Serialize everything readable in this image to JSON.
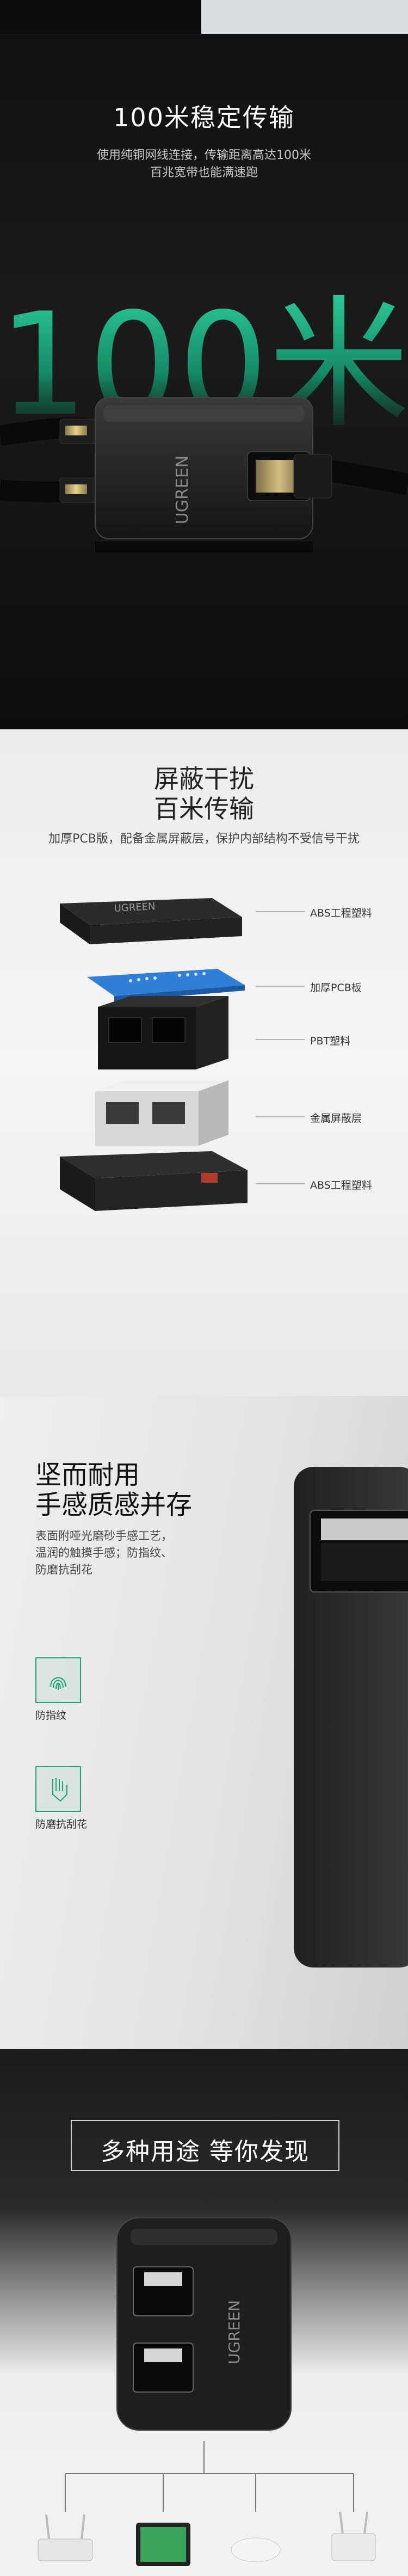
{
  "section1": {
    "title": "100米稳定传输",
    "desc_line1": "使用纯铜网线连接，传输距离高达100米",
    "desc_line2": "百兆宽带也能满速跑",
    "big_number": "100米",
    "brand": "UGREEN"
  },
  "section2": {
    "title_line1": "屏蔽干扰",
    "title_line2": "百米传输",
    "subtitle": "加厚PCB版，配备金属屏蔽层，保护内部结构不受信号干扰",
    "brand": "UGREEN",
    "layers": [
      {
        "label": "ABS工程塑料"
      },
      {
        "label": "加厚PCB板"
      },
      {
        "label": "PBT塑料"
      },
      {
        "label": "金属屏蔽层"
      },
      {
        "label": "ABS工程塑料"
      }
    ]
  },
  "section3": {
    "title_line1": "坚而耐用",
    "title_line2": "手感质感并存",
    "desc_line1": "表面附哑光磨砂手感工艺，",
    "desc_line2": "温润的触摸手感；防指纹、",
    "desc_line3": "防磨抗刮花",
    "features": [
      {
        "label": "防指纹",
        "icon": "fingerprint-icon"
      },
      {
        "label": "防磨抗刮花",
        "icon": "scratch-resistant-icon"
      }
    ]
  },
  "section4": {
    "title": "多种用途 等你发现",
    "brand": "UGREEN"
  },
  "colors": {
    "accent_green": "#1aa37a",
    "pcb_blue": "#2f7fd6",
    "dark_bg": "#121212"
  }
}
